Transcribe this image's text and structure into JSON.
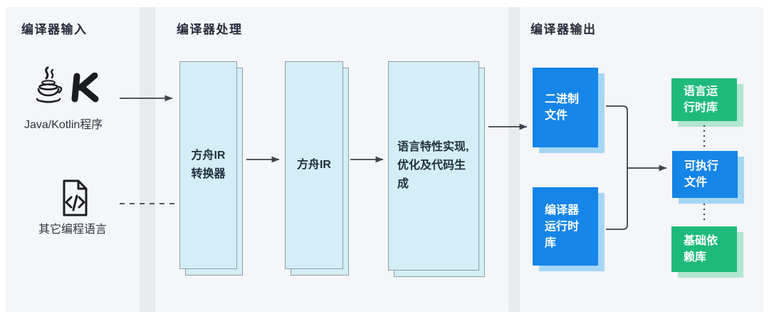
{
  "colors": {
    "panel_bg": "#f4f6f9",
    "gap_bg": "#e8eaee",
    "cyan_box_fill": "#d3eef6",
    "cyan_box_border": "#8f9ca8",
    "blue_box_fill": "#1585e8",
    "blue_box_shadow": "#a5d6f3",
    "green_box_fill": "#1eba7b",
    "green_box_shadow": "#b2e6d0",
    "heading_text": "#262c38",
    "body_text": "#2e333d",
    "connector_line": "#3e434c",
    "icon_color": "#1b1c1e"
  },
  "input": {
    "title": "编译器输入",
    "java_kotlin_label": "Java/Kotlin程序",
    "other_langs_label": "其它编程语言",
    "icons": [
      "java-coffee-icon",
      "kotlin-k-icon",
      "code-file-icon"
    ]
  },
  "processing": {
    "title": "编译器处理",
    "boxes": [
      {
        "label": "方舟IR\n转换器"
      },
      {
        "label": "方舟IR"
      },
      {
        "label": "语言特性实现,\n优化及代码生\n成"
      }
    ]
  },
  "output": {
    "title": "编译器输出",
    "boxes": {
      "binary": "二进制\n文件",
      "compiler_runtime": "编译器\n运行时\n库",
      "language_runtime": "语言运\n行时库",
      "executable": "可执行\n文件",
      "base_deps": "基础依\n赖库"
    }
  }
}
